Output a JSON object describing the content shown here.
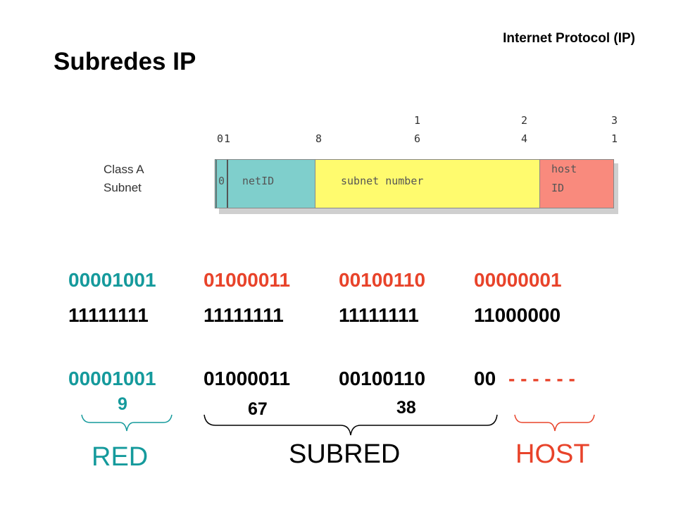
{
  "header": {
    "top_label": "Internet Protocol (IP)",
    "title": "Subredes IP"
  },
  "diagram": {
    "ticks": {
      "t0": "0",
      "t1": "1",
      "t8": "8",
      "t16_top": "1",
      "t16_bot": "6",
      "t24_top": "2",
      "t24_bot": "4",
      "t31_top": "3",
      "t31_bot": "1"
    },
    "class_label_line1": "Class A",
    "class_label_line2": "Subnet",
    "field_zero": "0",
    "field_net": "netID",
    "field_subnet": "subnet number",
    "field_host_line1": "host",
    "field_host_line2": "ID"
  },
  "address": {
    "octet1": "00001001",
    "octet2": "01000011",
    "octet3": "00100110",
    "octet4": "00000001"
  },
  "mask": {
    "octet1": "11111111",
    "octet2": "11111111",
    "octet3": "11111111",
    "octet4": "11000000"
  },
  "result": {
    "octet1": "00001001",
    "octet2": "01000011",
    "octet3": "00100110",
    "octet4_prefix": "00",
    "octet4_host": "- - - - - -"
  },
  "decimals": {
    "net": "9",
    "subnet_a": "67",
    "subnet_b": "38"
  },
  "labels": {
    "red": "RED",
    "subred": "SUBRED",
    "host": "HOST"
  },
  "colors": {
    "net": "#159a9c",
    "subnet": "#e8432a",
    "host": "#e8432a",
    "field_net": "#7fcfcc",
    "field_subnet": "#fffb6e",
    "field_host": "#f98a7d"
  }
}
